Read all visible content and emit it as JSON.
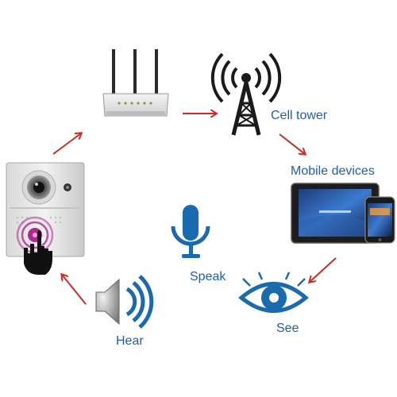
{
  "labels": {
    "cell_tower": "Cell tower",
    "mobile_devices": "Mobile  devices",
    "speak": "Speak",
    "see": "See",
    "hear": "Hear"
  },
  "colors": {
    "label_blue": "#1f5fb0",
    "arrow_red": "#d22a22",
    "icon_blue": "#1a6ab0",
    "icon_dark": "#1a1a1a",
    "doorbell_purple": "#b0288f"
  },
  "icons": [
    "router-icon",
    "cell-tower-icon",
    "tablet-icon",
    "phone-icon",
    "microphone-icon",
    "eye-icon",
    "speaker-icon",
    "doorbell-icon",
    "hand-icon"
  ]
}
